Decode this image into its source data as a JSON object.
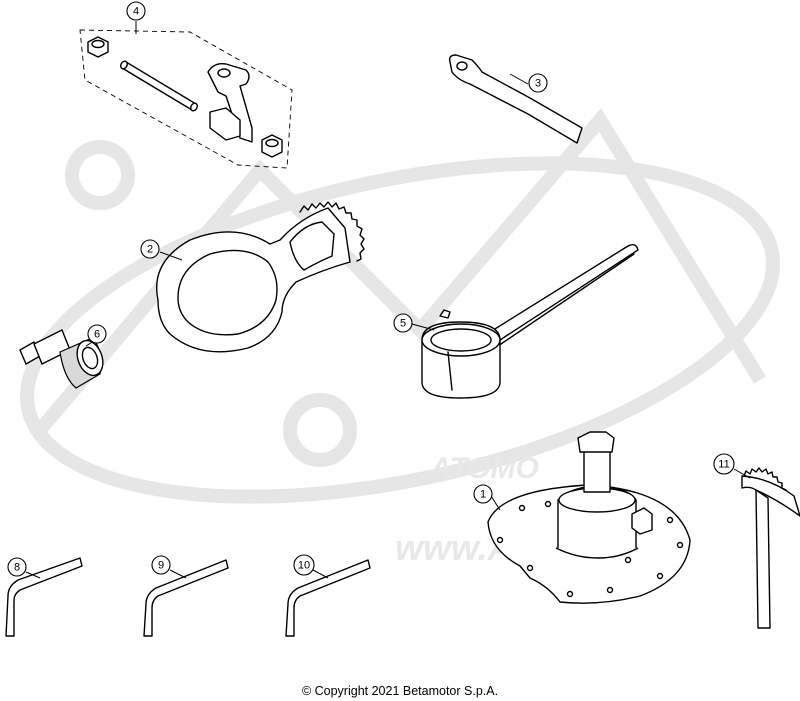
{
  "callouts": [
    "1",
    "2",
    "3",
    "4",
    "5",
    "6",
    "8",
    "9",
    "10",
    "11"
  ],
  "watermark": {
    "brand_text": "www.ATOMOTO",
    "logo_text": "ATOMO"
  },
  "copyright": "© Copyright 2021 Betamotor S.p.A."
}
